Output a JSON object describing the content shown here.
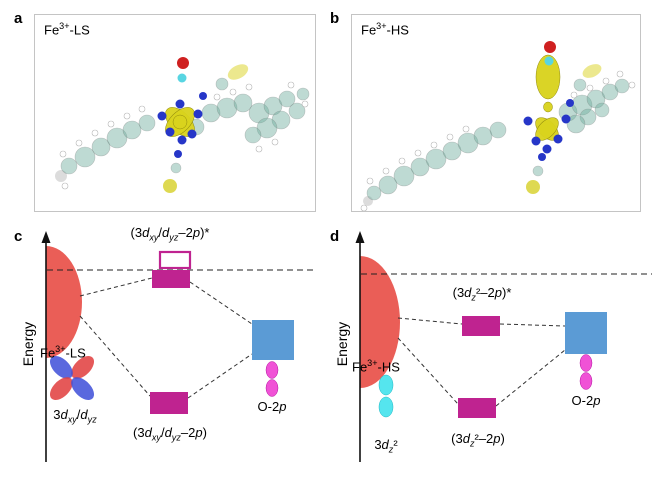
{
  "colors": {
    "band_red": "#e8524a",
    "level_magenta": "#bf2390",
    "ligand_blue": "#5b9bd5",
    "orbital_pink": "#ee3fd2",
    "orbital_cyan": "#43e2ec",
    "orbital_blue": "#3d4ed8",
    "orbital_red": "#e03c3c",
    "atom_teal": "#6fae9e",
    "atom_blue": "#2636c8",
    "atom_red": "#cf2020",
    "atom_cyan": "#58d5e2",
    "atom_yellow": "#d8d232",
    "spin_yellow": "#d9d21d"
  },
  "panel_a": {
    "label": "a",
    "title_html": "Fe<sup>3+</sup>-LS"
  },
  "panel_b": {
    "label": "b",
    "title_html": "Fe<sup>3+</sup>-HS"
  },
  "panel_c": {
    "label": "c",
    "axis_label": "Energy",
    "antibonding_html": "(3<i>d<sub>xy</sub></i>/<i>d<sub>yz</sub></i>–2<i>p</i>)*",
    "bonding_html": "(3<i>d<sub>xy</sub></i>/<i>d<sub>yz</sub></i>–2<i>p</i>)",
    "metal_html": "Fe<sup>3+</sup>-LS",
    "metal_orbital_html": "3<i>d<sub>xy</sub></i>/<i>d<sub>yz</sub></i>",
    "ligand_html": "O-2<i>p</i>"
  },
  "panel_d": {
    "label": "d",
    "axis_label": "Energy",
    "antibonding_html": "(3<i>d<sub>z</sub></i>²–2<i>p</i>)*",
    "bonding_html": "(3<i>d<sub>z</sub></i>²–2<i>p</i>)",
    "metal_html": "Fe<sup>3+</sup>-HS",
    "metal_orbital_html": "3<i>d<sub>z</sub></i>²",
    "ligand_html": "O-2<i>p</i>"
  }
}
